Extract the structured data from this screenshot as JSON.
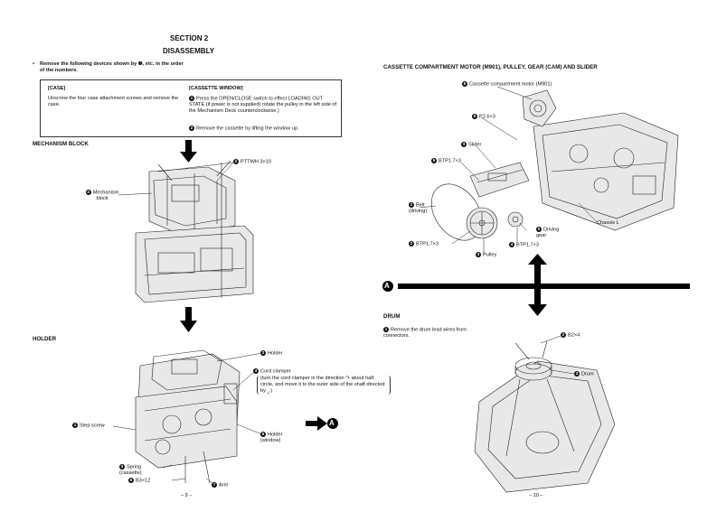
{
  "left_page": {
    "section_title": "SECTION 2",
    "section_subtitle": "DISASSEMBLY",
    "intro_bullet": "•",
    "intro_text": "Remove the following devices shown by ❶, etc. in the order of the numbers.",
    "table": {
      "case_header": "[CASE]",
      "case_text": "Unscrew the four case attachment screws and remove the case.",
      "window_header": "[CASSETTE WINDOW]",
      "window_step1": "Press the OPEN/CLOSE switch to effect LOADING OUT STATE (if power is not supplied) rotate the pulley in the left side of the Mechanism Deck counterclockwise.)",
      "window_step2": "Remove the cassette by lifting the window up.",
      "step1_num": "1",
      "step2_num": "2"
    },
    "mechanism_block": {
      "heading": "MECHANISM BLOCK",
      "label_screw": "PTTWH 3×10",
      "label_screw_num": "2",
      "label_mech": "Mechanism block",
      "label_mech_num": "4"
    },
    "holder": {
      "heading": "HOLDER",
      "holder_label": "Holder",
      "holder_num": "2",
      "cord_label": "Cord clamper",
      "cord_num": "4",
      "cord_text": "(turn the cord clamper in the direction ↷ about half circle, and move it to the outer side of the shaft directed by ⎵.)",
      "step_screw_label": "Step screw",
      "step_screw_num": "1",
      "holder_window_label": "Holder (window)",
      "holder_window_num": "5",
      "spring_label": "Spring (cassette)",
      "spring_num": "3",
      "b3_label": "B3×12",
      "b3_num": "6",
      "arm_label": "Arm",
      "arm_num": "7",
      "ref_letter": "A"
    },
    "page_number": "– 9 –"
  },
  "right_page": {
    "heading": "CASSETTE COMPARTMENT MOTOR (M901), PULLEY, GEAR (CAM) AND SLIDER",
    "motor_label": "Cassette compartment motor (M901)",
    "motor_num": "6",
    "p26_label": "P2.6×3",
    "p26_num": "5",
    "slider_label": "Slider",
    "slider_num": "3",
    "btp_a_label": "BTP1.7×3",
    "btp_a_num": "6",
    "belt_label": "Belt (driving)",
    "belt_num": "1",
    "driving_gear_label": "Driving gear",
    "driving_gear_num": "5",
    "chassis_label": "Chassis L",
    "btp_b_label": "BTP1.7×3",
    "btp_b_num": "2",
    "btp_c_label": "BTP1.7×3",
    "btp_c_num": "4",
    "pulley_label": "Pulley",
    "pulley_num": "3",
    "ref_letter": "A",
    "drum": {
      "heading": "DRUM",
      "step_num": "1",
      "step_text": "Remove the drum lead wires from connectors.",
      "b2_label": "B2×4",
      "b2_num": "2",
      "drum_label": "Drum",
      "drum_num": "3"
    },
    "page_number": "– 10 –"
  }
}
